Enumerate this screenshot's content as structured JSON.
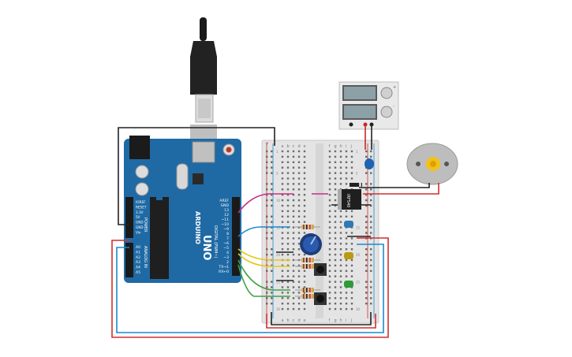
{
  "arduino": {
    "brand": "ARDUINO",
    "model": "UNO",
    "digital_header": "DIGITAL (PWM~)",
    "power_header": "POWER",
    "analog_header": "ANALOG IN",
    "digital_pins": [
      "AREF",
      "GND",
      "13",
      "12",
      "~11",
      "~10",
      "~9",
      "8",
      "7",
      "~6",
      "~5",
      "4",
      "~3",
      "2",
      "TX→1",
      "RX←0"
    ],
    "power_pins": [
      "IOREF",
      "RESET",
      "3.3V",
      "5V",
      "GND",
      "GND",
      "Vin"
    ],
    "analog_pins": [
      "A0",
      "A1",
      "A2",
      "A3",
      "A4",
      "A5"
    ]
  },
  "breadboard": {
    "col_letters_left": [
      "a",
      "b",
      "c",
      "d",
      "e"
    ],
    "col_letters_right": [
      "f",
      "g",
      "h",
      "i",
      "j"
    ],
    "row_numbers": [
      "1",
      "5",
      "10",
      "15",
      "20",
      "25",
      "30"
    ],
    "rail_plus": "+",
    "rail_minus": "-"
  },
  "components": {
    "mosfet_label": "IRF540",
    "power_supply_plus": "+",
    "power_supply_minus": "-"
  },
  "wire_colors": {
    "red": "#d32f2f",
    "black": "#222222",
    "magenta": "#c2307f",
    "blue": "#1e88c9",
    "yellow": "#e3c81a",
    "green": "#43a047",
    "board": "#1f6aa5"
  }
}
